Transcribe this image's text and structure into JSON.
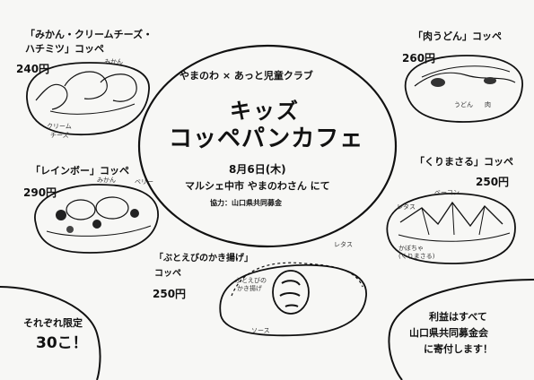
{
  "header": {
    "organizers": "やまのわ × あっと児童クラブ",
    "title_line1": "キッズ",
    "title_line2": "コッペパンカフェ",
    "date": "8月6日(木)",
    "venue": "マルシェ中市 やまのわさん にて",
    "cooperation": "協力：山口県共同募金"
  },
  "menu": [
    {
      "name_line1": "「みかん・クリームチーズ・",
      "name_line2": "ハチミツ」コッペ",
      "price": "240円",
      "notes": [
        "みかん",
        "クリーム",
        "チーズ"
      ]
    },
    {
      "name_line1": "「レインボー」コッペ",
      "price": "290円",
      "notes": [
        "みかん",
        "ベリー"
      ]
    },
    {
      "name_line1": "「ぶとえびのかき揚げ」",
      "name_line2": "コッペ",
      "price": "250円",
      "notes": [
        "ぶとえびの",
        "かき揚げ",
        "レタス",
        "ソース"
      ]
    },
    {
      "name_line1": "「肉うどん」コッペ",
      "price": "260円",
      "notes": [
        "うどん",
        "肉"
      ]
    },
    {
      "name_line1": "「くりまさる」コッペ",
      "price": "250円",
      "notes": [
        "ベーコン",
        "レタス",
        "かぼちゃ",
        "(くりまさる)"
      ]
    }
  ],
  "limited": {
    "line1": "それぞれ限定",
    "line2": "30こ！"
  },
  "donation": {
    "line1": "利益はすべて",
    "line2": "山口県共同募金会",
    "line3": "に寄付します！"
  }
}
